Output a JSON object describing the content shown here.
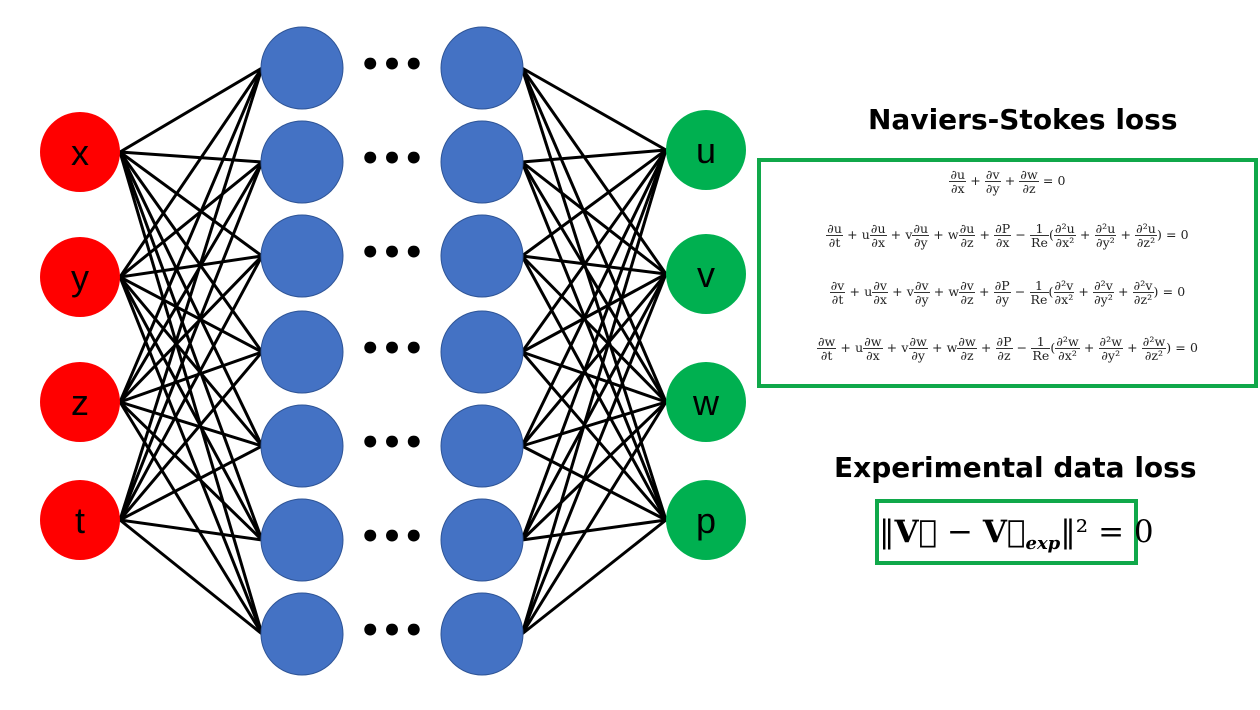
{
  "colors": {
    "input_node": "#ff0000",
    "hidden_node": "#4472c4",
    "output_node": "#00b050",
    "edge": "#000000",
    "box_border": "#10a84a"
  },
  "inputs": [
    "x",
    "y",
    "z",
    "t"
  ],
  "outputs": [
    "u",
    "v",
    "w",
    "p"
  ],
  "ellipsis": "•••",
  "ns_loss": {
    "title": "Naviers-Stokes loss",
    "continuity": "∂u/∂x + ∂v/∂y + ∂w/∂z = 0",
    "momentum_x": "∂u/∂t + u ∂u/∂x + v ∂u/∂y + w ∂u/∂z + ∂P/∂x − 1/Re(∂²u/∂x² + ∂²u/∂y² + ∂²u/∂z²) = 0",
    "momentum_y": "∂v/∂t + u ∂v/∂x + v ∂v/∂y + w ∂v/∂z + ∂P/∂y − 1/Re(∂²v/∂x² + ∂²v/∂y² + ∂²v/∂z²) = 0",
    "momentum_z": "∂w/∂t + u ∂w/∂x + v ∂w/∂y + w ∂w/∂z + ∂P/∂z − 1/Re(∂²w/∂x² + ∂²w/∂y² + ∂²w/∂z²) = 0"
  },
  "exp_loss": {
    "title": "Experimental data loss",
    "equation": "‖V⃗ − V⃗exp‖² = 0"
  }
}
